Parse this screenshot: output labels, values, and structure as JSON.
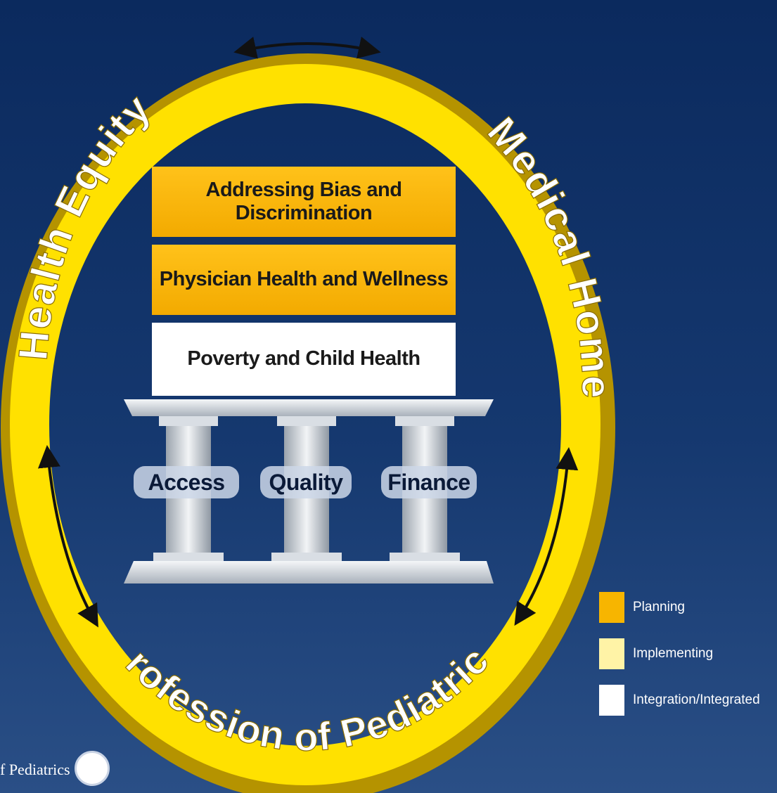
{
  "ring": {
    "top_left_label": "Health Equity",
    "top_right_label": "Medical Home",
    "bottom_label": "Profession of Pediatrics",
    "color": "#ffe100"
  },
  "stack": {
    "box1": "Addressing Bias and Discrimination",
    "box2": "Physician Health and Wellness",
    "box3": "Poverty and Child Health"
  },
  "pillars": {
    "left": "Access",
    "middle": "Quality",
    "right": "Finance"
  },
  "legend": {
    "items": [
      {
        "label": "Planning",
        "color": "#f7b500"
      },
      {
        "label": "Implementing",
        "color": "#fff3a6"
      },
      {
        "label": "Integration/Integrated",
        "color": "#ffffff"
      }
    ]
  },
  "logo": {
    "text": "f Pediatrics",
    "icon": "seal-icon"
  }
}
